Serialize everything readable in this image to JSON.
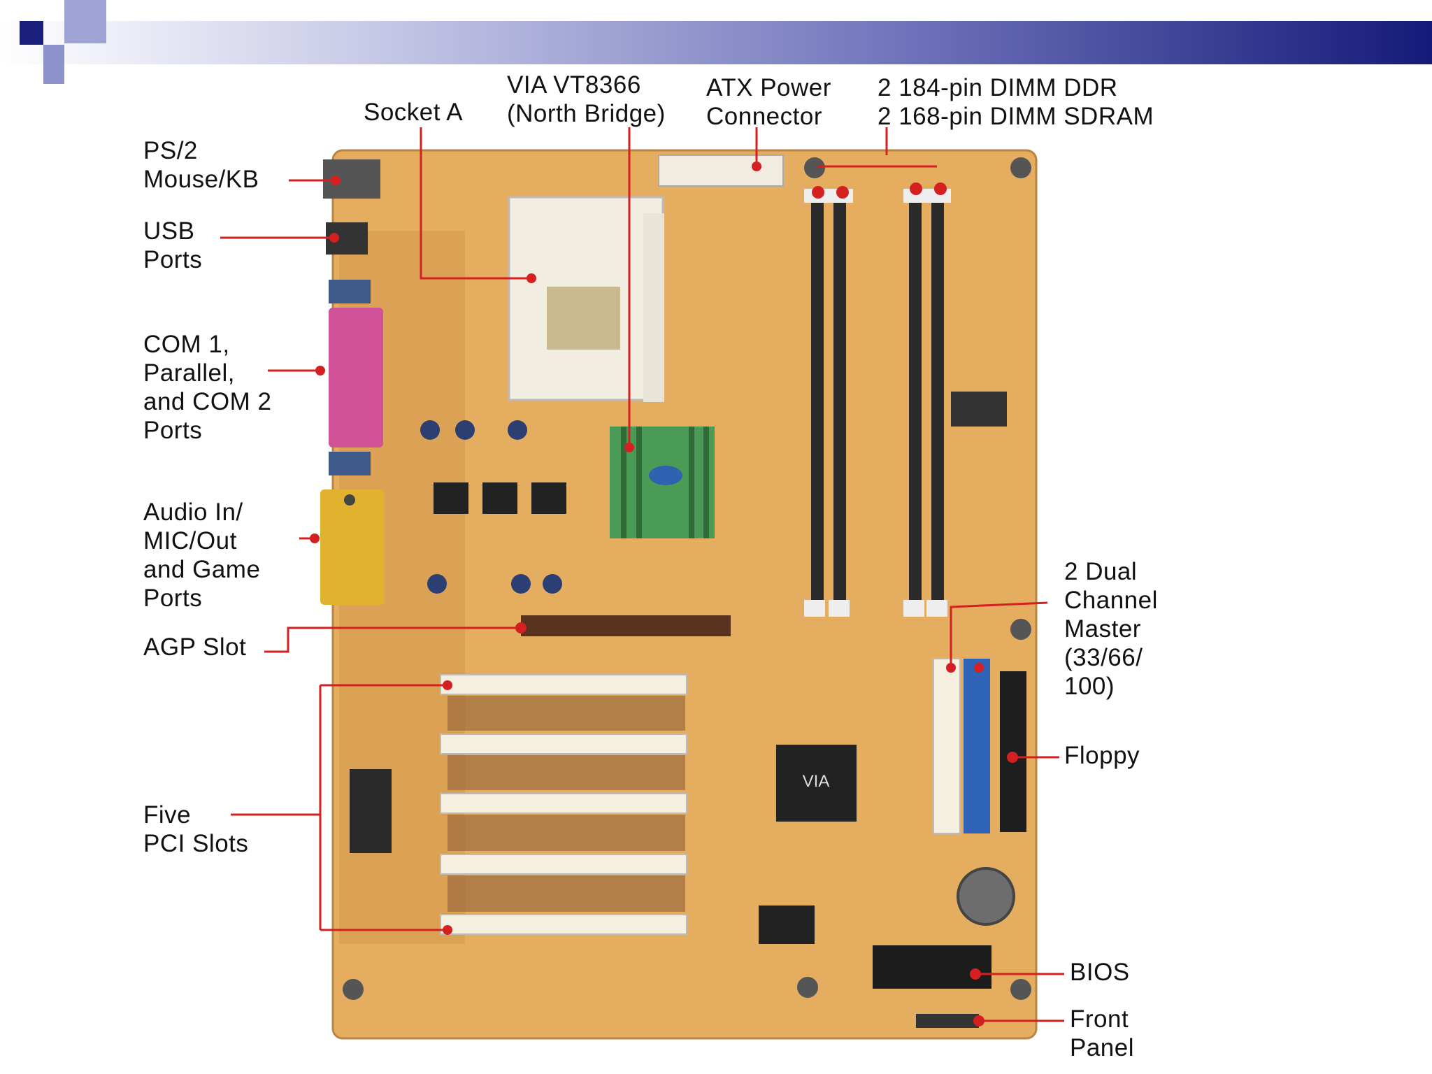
{
  "title_bar": {
    "accent_color": "#1a1f7a",
    "light_color": "#9fa3d6"
  },
  "diagram": {
    "board_color": "#e5ad5f",
    "callout_color": "#d42020",
    "labels": {
      "ps2": "PS/2\nMouse/KB",
      "usb": "USB\nPorts",
      "com": "COM 1,\nParallel,\nand COM 2\nPorts",
      "audio": "Audio In/\nMIC/Out\nand Game\nPorts",
      "agp": "AGP Slot",
      "pci": "Five\nPCI Slots",
      "socket": "Socket A",
      "northbridge": "VIA VT8366\n(North Bridge)",
      "atx": "ATX Power\nConnector",
      "dimm": "2 184-pin DIMM DDR\n2 168-pin DIMM SDRAM",
      "ide": "2 Dual\nChannel\nMaster\n(33/66/\n100)",
      "floppy": "Floppy",
      "bios": "BIOS",
      "front": "Front\nPanel"
    }
  }
}
